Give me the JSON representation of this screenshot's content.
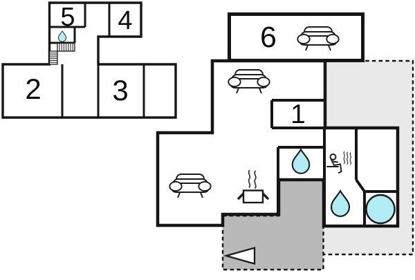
{
  "document": {
    "kind": "holiday-house floor plan",
    "background": "#ffffff"
  },
  "colors": {
    "wall": "#151515",
    "water": "#b2ecf4",
    "terrace_dark": "#b9b9b9",
    "terrace_light": "#e9e9e9",
    "icon_stroke": "#1a1a1a"
  },
  "left_building": {
    "rooms": {
      "r5": {
        "label": "5"
      },
      "r4": {
        "label": "4"
      },
      "r2": {
        "label": "2"
      },
      "r3": {
        "label": "3"
      }
    },
    "icons": [
      "water-drop-icon",
      "staircase-icon"
    ]
  },
  "right_building": {
    "rooms": {
      "r6": {
        "label": "6"
      },
      "r1": {
        "label": "1"
      }
    },
    "icons": [
      "sofa-icon",
      "sofa-icon",
      "sofa-icon",
      "kitchen-pot-icon",
      "water-drop-icon",
      "water-drop-icon",
      "sauna-icon",
      "whirlpool-icon",
      "entrance-arrow-icon"
    ],
    "areas": [
      "terrace-dark",
      "terrace-light"
    ]
  }
}
